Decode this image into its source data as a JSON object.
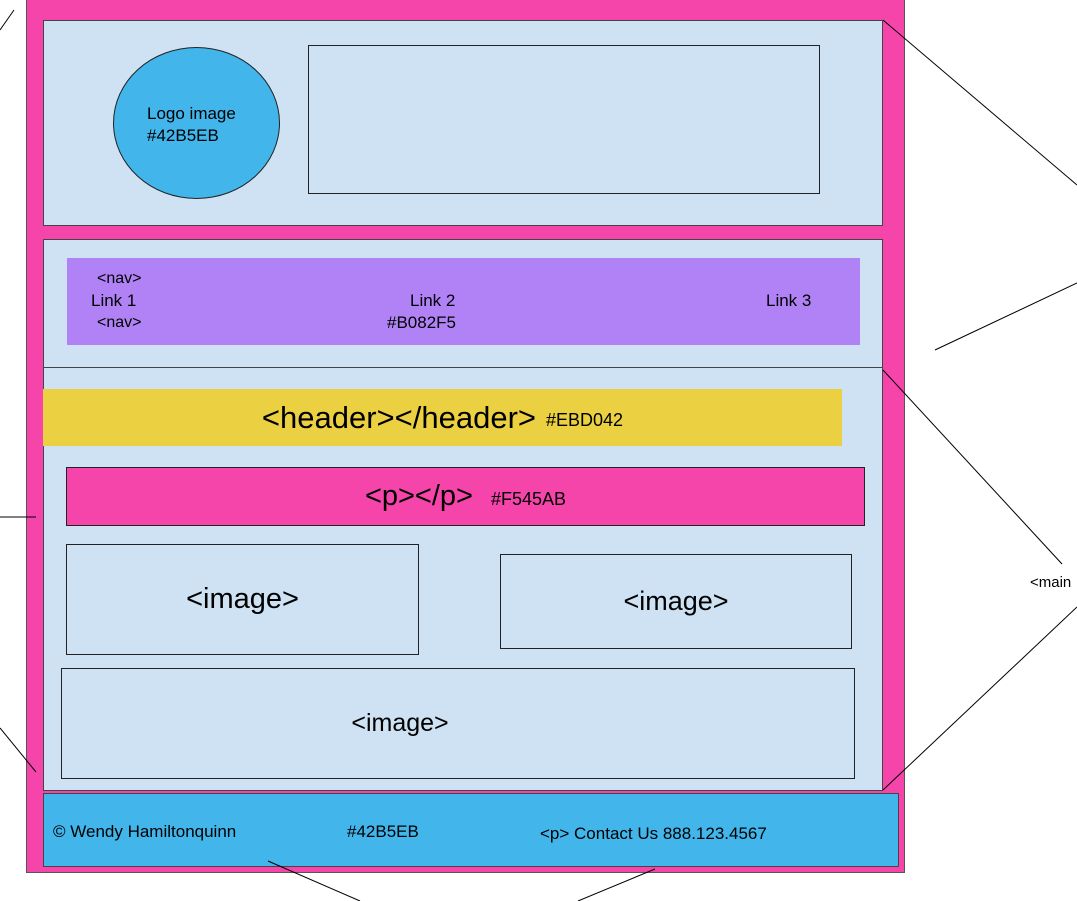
{
  "colors": {
    "page_pink": "#F545AB",
    "panel_blue": "#CFE2F3",
    "logo_blue": "#42B5EB",
    "nav_purple": "#B082F5",
    "header_yellow": "#EBD042",
    "footer_blue": "#42B5EB"
  },
  "logo": {
    "line1": "Logo image",
    "line2": "#42B5EB"
  },
  "nav": {
    "open_tag": "<nav>",
    "close_tag": "<nav>",
    "link1": "Link 1",
    "link2": "Link 2",
    "link3": "Link 3",
    "color_label": "#B082F5"
  },
  "header_bar": {
    "tag": "<header></header>",
    "color_label": "#EBD042"
  },
  "paragraph_bar": {
    "tag": "<p></p>",
    "color_label": "#F545AB"
  },
  "images": [
    {
      "label": "<image>"
    },
    {
      "label": "<image>"
    },
    {
      "label": "<image>"
    }
  ],
  "footer": {
    "copyright": "© Wendy Hamiltonquinn",
    "color_label": "#42B5EB",
    "contact": "<p> Contact Us 888.123.4567"
  },
  "callouts": {
    "main_label": "<main"
  }
}
